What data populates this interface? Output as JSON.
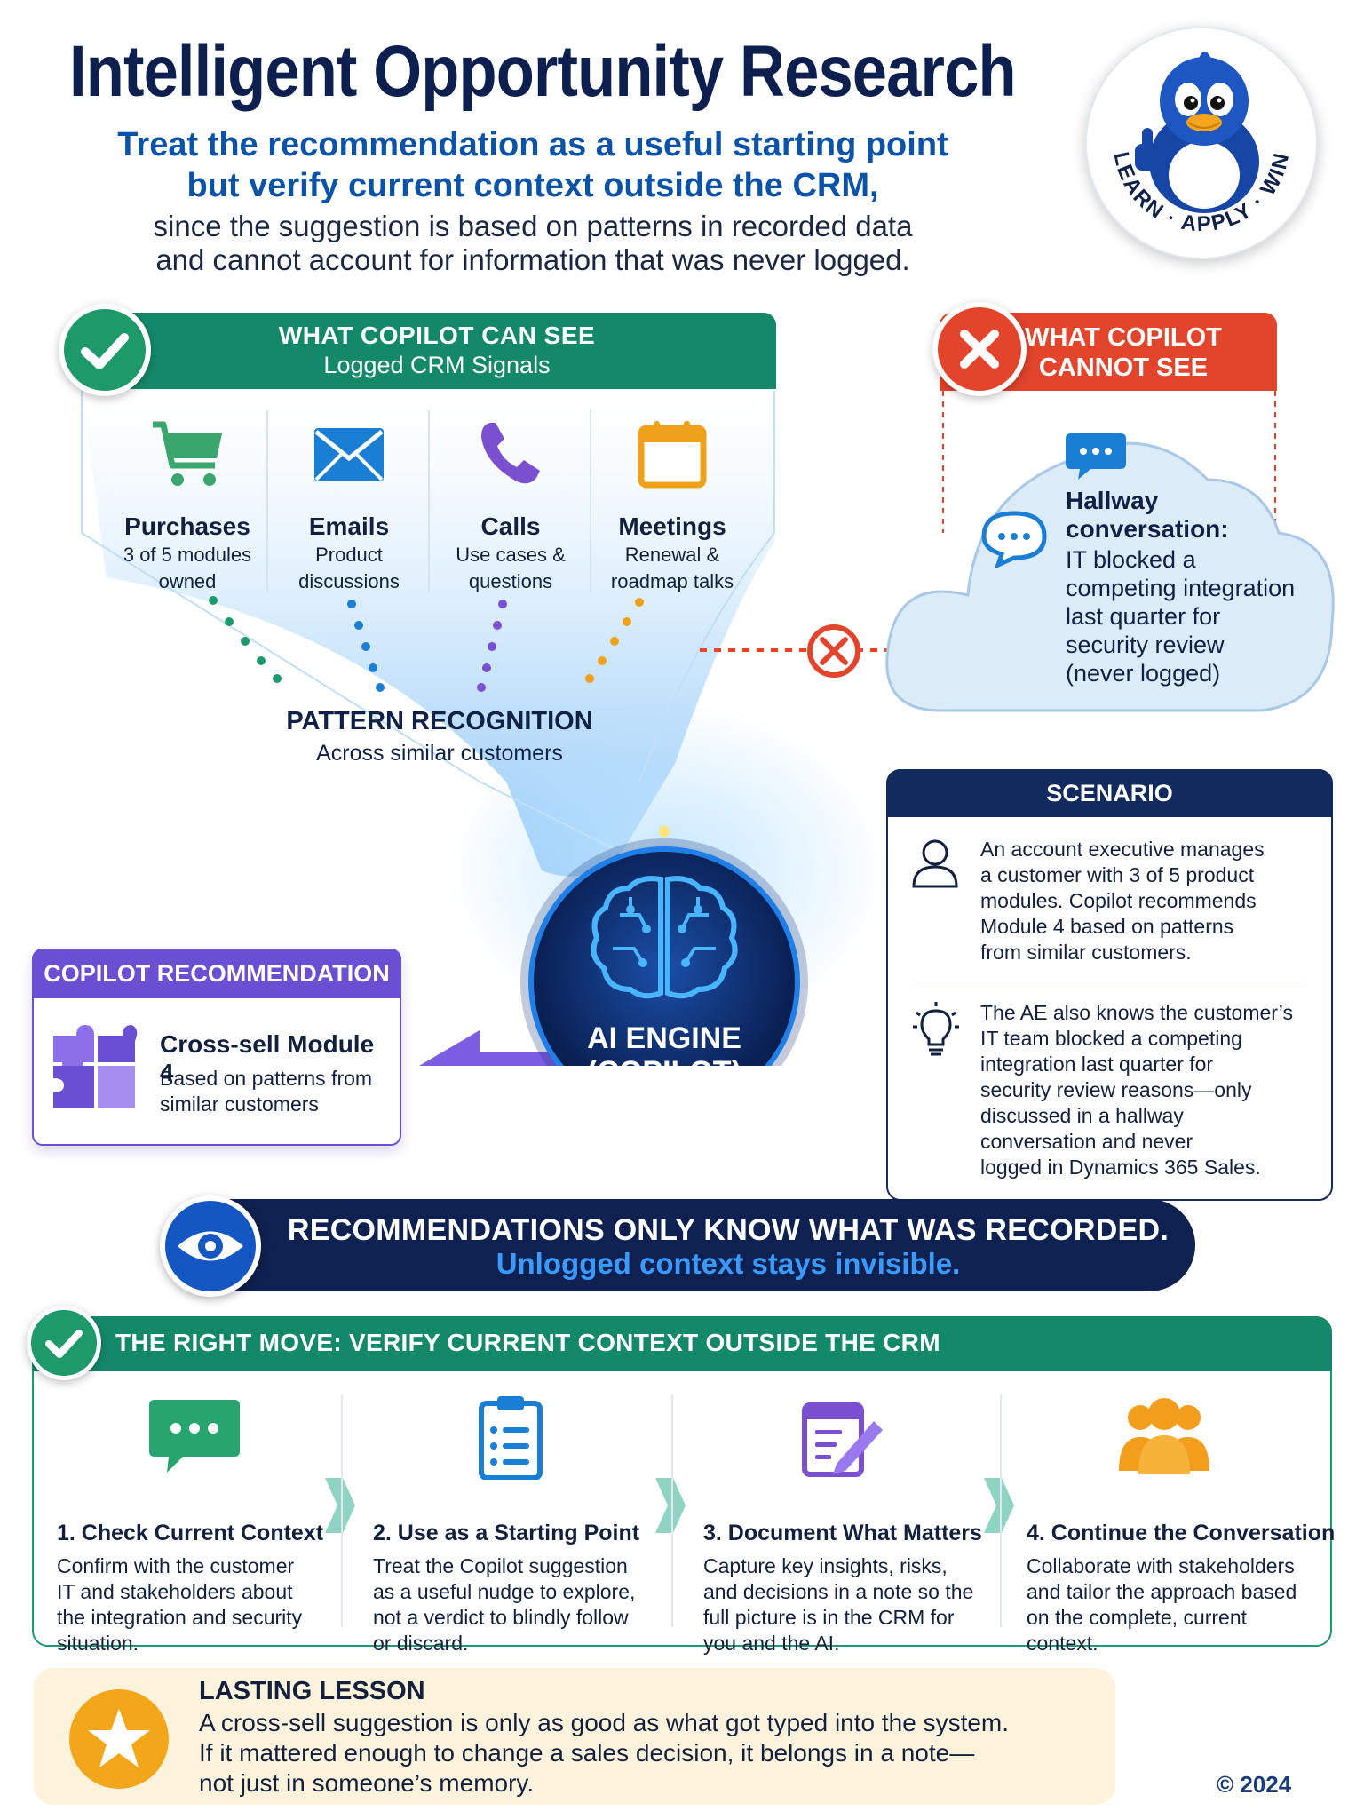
{
  "header": {
    "title": "Intelligent Opportunity Research",
    "subtitle_line1": "Treat the recommendation as a useful starting point",
    "subtitle_line2": "but verify current context outside the CRM,",
    "subtitle_line3": "since the suggestion is based on patterns in recorded data",
    "subtitle_line4": "and cannot account for information that was never logged."
  },
  "badge": {
    "ring_text": "LEARN · APPLY · WIN",
    "mascot_icon": "penguin-thumbs-up-icon"
  },
  "can_see": {
    "title": "WHAT COPILOT CAN SEE",
    "subtitle": "Logged CRM Signals",
    "signals": [
      {
        "icon": "cart-icon",
        "name": "Purchases",
        "desc1": "3 of 5 modules",
        "desc2": "owned",
        "color": "#3aa56c"
      },
      {
        "icon": "mail-icon",
        "name": "Emails",
        "desc1": "Product",
        "desc2": "discussions",
        "color": "#1a7fd4"
      },
      {
        "icon": "phone-icon",
        "name": "Calls",
        "desc1": "Use cases &",
        "desc2": "questions",
        "color": "#7a4fd0"
      },
      {
        "icon": "calendar-icon",
        "name": "Meetings",
        "desc1": "Renewal &",
        "desc2": "roadmap talks",
        "color": "#f0a11c"
      }
    ],
    "pattern_title": "PATTERN RECOGNITION",
    "pattern_subtitle": "Across similar customers"
  },
  "cannot_see": {
    "title_line1": "WHAT COPILOT",
    "title_line2": "CANNOT SEE",
    "hallway_title_line1": "Hallway",
    "hallway_title_line2": "conversation:",
    "hallway_body": [
      "IT blocked a",
      "competing integration",
      "last quarter for",
      "security review",
      "(never logged)"
    ]
  },
  "scenario": {
    "title": "SCENARIO",
    "para1": [
      "An account executive manages",
      "a customer with 3 of 5 product",
      "modules. Copilot recommends",
      "Module 4 based on patterns",
      "from similar customers."
    ],
    "para2": [
      "The AE also knows the customer’s",
      "IT team blocked a competing",
      "integration last quarter for",
      "security review reasons—only",
      "discussed in a hallway",
      "conversation and never",
      "logged in Dynamics 365 Sales."
    ]
  },
  "recommendation": {
    "title": "COPILOT RECOMMENDATION",
    "item_title": "Cross-sell Module 4",
    "item_body_line1": "Based on patterns from",
    "item_body_line2": "similar customers"
  },
  "engine": {
    "line1": "AI ENGINE",
    "line2": "(COPILOT)"
  },
  "banner": {
    "line1": "RECOMMENDATIONS ONLY KNOW WHAT WAS RECORDED.",
    "line2": "Unlogged context stays invisible."
  },
  "right_move": {
    "title": "THE RIGHT MOVE: VERIFY CURRENT CONTEXT OUTSIDE THE CRM",
    "steps": [
      {
        "icon": "chat-bubble-icon",
        "title": "1. Check Current Context",
        "body": [
          "Confirm with the customer",
          "IT and stakeholders about",
          "the integration and security",
          "situation."
        ]
      },
      {
        "icon": "clipboard-list-icon",
        "title": "2. Use as a Starting Point",
        "body": [
          "Treat the Copilot suggestion",
          "as a useful nudge to explore,",
          "not a verdict to blindly follow",
          "or discard."
        ]
      },
      {
        "icon": "note-pencil-icon",
        "title": "3. Document What Matters",
        "body": [
          "Capture key insights, risks,",
          "and decisions in a note so the",
          "full picture is in the CRM for",
          "you and the AI."
        ]
      },
      {
        "icon": "people-group-icon",
        "title": "4. Continue the Conversation",
        "body": [
          "Collaborate with stakeholders",
          "and tailor the approach based",
          "on the complete, current",
          "context."
        ]
      }
    ]
  },
  "lesson": {
    "title": "LASTING LESSON",
    "line1": "A cross-sell suggestion is only as good as what got typed into the system.",
    "line2": "If it mattered enough to change a sales decision, it belongs in a note—",
    "line3": "not just in someone’s memory."
  },
  "copyright": "© 2024",
  "colors": {
    "green": "#14896a",
    "red": "#e2442c",
    "navy": "#0f2150",
    "purple": "#6a4fd3",
    "blue": "#0b53a8",
    "gold": "#f2a71a"
  }
}
